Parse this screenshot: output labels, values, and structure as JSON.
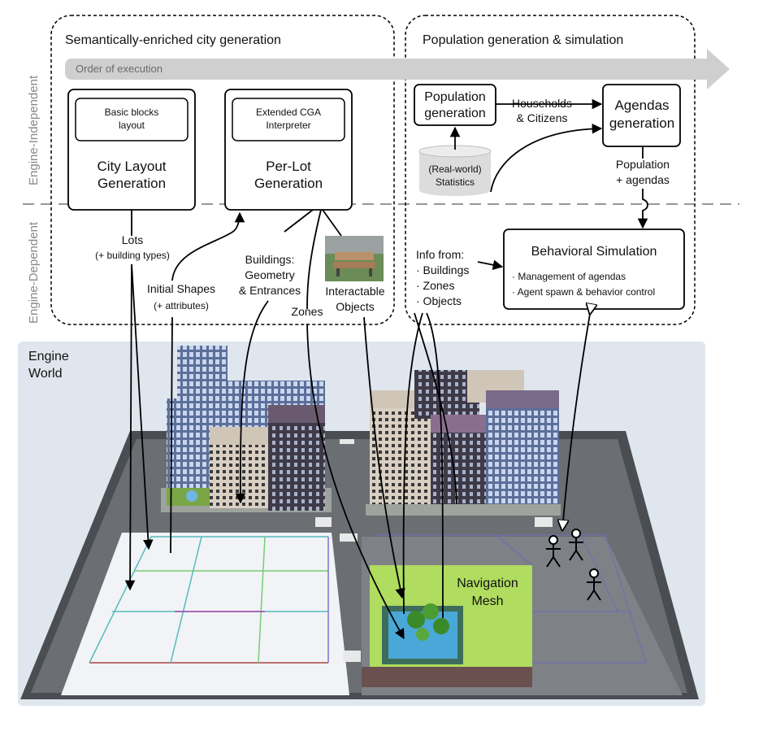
{
  "engine_independent_label": "Engine-Independent",
  "engine_dependent_label": "Engine-Dependent",
  "order_of_execution": "Order of execution",
  "city_generation": {
    "title": "Semantically-enriched city generation",
    "city_layout": {
      "sub": [
        "Basic blocks",
        "layout"
      ],
      "label": [
        "City Layout",
        "Generation"
      ]
    },
    "per_lot": {
      "sub": [
        "Extended CGA",
        "Interpreter"
      ],
      "label": [
        "Per-Lot",
        "Generation"
      ]
    },
    "lots_label": "Lots",
    "lots_sub": "(+ building types)",
    "initial_shapes_label": "Initial Shapes",
    "initial_shapes_sub": "(+ attributes)",
    "buildings_label": [
      "Buildings:",
      "Geometry",
      "& Entrances"
    ],
    "zones_label": "Zones",
    "interactable_label": [
      "Interactable",
      "Objects"
    ]
  },
  "population": {
    "title": "Population generation & simulation",
    "population_generation": [
      "Population",
      "generation"
    ],
    "households_label": [
      "Households",
      "& Citizens"
    ],
    "agendas_generation": [
      "Agendas",
      "generation"
    ],
    "statistics": [
      "(Real-world)",
      "Statistics"
    ],
    "population_agendas": [
      "Population",
      "+ agendas"
    ],
    "info_from": [
      "Info from:",
      "· Buildings",
      "· Zones",
      "· Objects"
    ],
    "behavioral_title": "Behavioral Simulation",
    "behavioral_items": [
      "· Management of agendas",
      "· Agent spawn & behavior control"
    ]
  },
  "engine_world": {
    "label": [
      "Engine",
      "World"
    ],
    "navigation_mesh": [
      "Navigation",
      "Mesh"
    ]
  },
  "colors": {
    "arrow_band": "#cfcfcf",
    "world_bg": "#dfe6ee",
    "nav_mesh": "#b4e45c",
    "water": "#4aa8d8"
  }
}
